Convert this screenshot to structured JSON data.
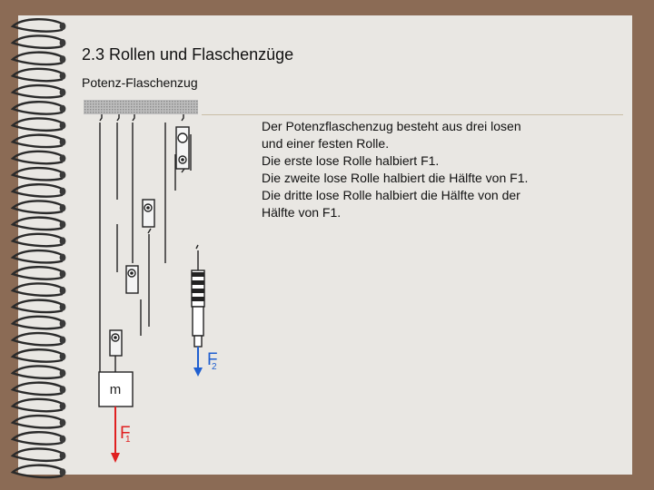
{
  "slide": {
    "title": "2.3 Rollen und Flaschenzüge",
    "subtitle": "Potenz-Flaschenzug",
    "lines": [
      "Der Potenzflaschenzug besteht aus drei losen",
      "und einer festen Rolle.",
      "Die erste lose Rolle halbiert F1.",
      "Die zweite lose Rolle halbiert die Hälfte von F1.",
      "Die dritte lose Rolle halbiert die Hälfte von der",
      "Hälfte von F1."
    ]
  },
  "diagram": {
    "mass_label": "m",
    "force_label_1": "F",
    "force_sub_1": "1",
    "force_label_2": "F",
    "force_sub_2": "2",
    "force_color": "#1f5fd0",
    "weight_color": "#e02020"
  }
}
